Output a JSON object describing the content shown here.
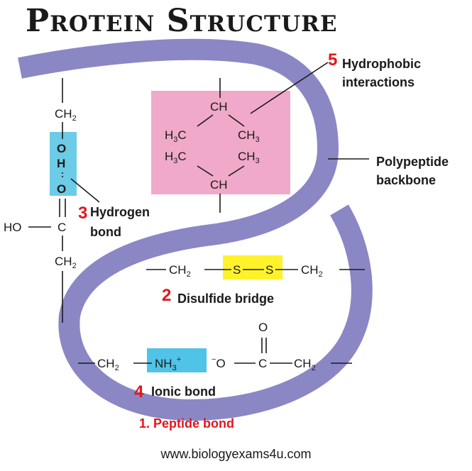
{
  "title": "Protein Structure",
  "colors": {
    "backbone": "#8b87c5",
    "hydrophobic_box": "#f0a9c8",
    "hydrogen_box": "#6ccbe6",
    "disulfide_box": "#fff22b",
    "ionic_box": "#4fc3e8",
    "number": "#e3161c"
  },
  "labels": {
    "hydrophobic_num": "5",
    "hydrophobic_line1": "Hydrophobic",
    "hydrophobic_line2": "interactions",
    "backbone_line1": "Polypeptide",
    "backbone_line2": "backbone",
    "hydrogen_num": "3",
    "hydrogen_line1": "Hydrogen",
    "hydrogen_line2": "bond",
    "disulfide_num": "2",
    "disulfide_text": "Disulfide bridge",
    "ionic_num": "4",
    "ionic_text": "Ionic bond",
    "peptide_text": "1. Peptide bond"
  },
  "chem": {
    "ch": "CH",
    "h3c": "H",
    "ch3": "CH",
    "ch2": "CH",
    "o": "O",
    "h": "H",
    "c": "C",
    "ho": "HO",
    "s": "S",
    "nh3": "NH",
    "o_minus": "O",
    "sub2": "2",
    "sub3": "3",
    "plus": "+",
    "minus": "−",
    "c_label": "C"
  },
  "footer": "www.biologyexams4u.com"
}
